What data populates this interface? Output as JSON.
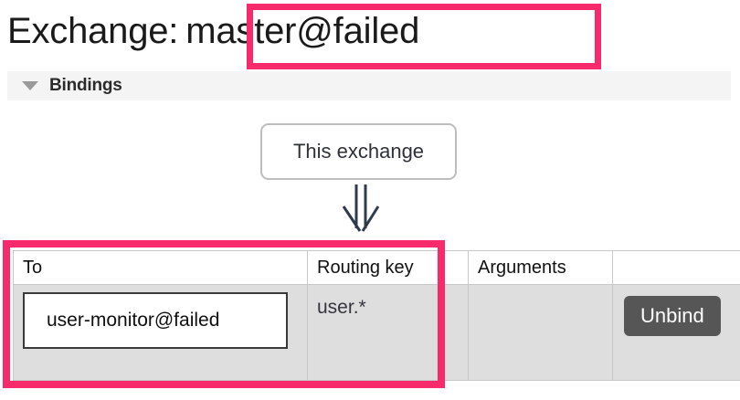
{
  "header": {
    "label": "Exchange:",
    "value": "master@failed"
  },
  "section": {
    "title": "Bindings",
    "collapse_icon": "triangle-down-icon"
  },
  "diagram": {
    "source_node_label": "This exchange",
    "arrow_icon": "double-down-arrow-icon"
  },
  "table": {
    "columns": [
      "To",
      "Routing key",
      "Arguments",
      ""
    ],
    "rows": [
      {
        "to": "user-monitor@failed",
        "routing_key": "user.*",
        "arguments": "",
        "action_label": "Unbind"
      }
    ]
  },
  "annotations": {
    "highlight_color": "#f72a6b",
    "boxes": [
      "exchange-name-highlight",
      "bindings-table-highlight"
    ]
  },
  "colors": {
    "accent_pink": "#f72a6b",
    "row_background": "#dedede",
    "band_background": "#f4f4f4",
    "button_background": "#565656"
  }
}
